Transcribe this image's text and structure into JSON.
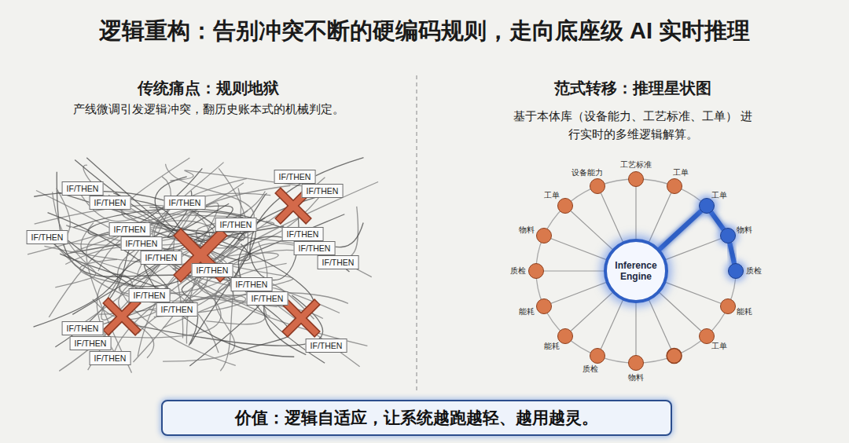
{
  "diagram": {
    "title": "逻辑重构：告别冲突不断的硬编码规则，走向底座级 AI 实时推理",
    "nodes": [
      {
        "text": [
          "IF/THEN"
        ]
      },
      {
        "text": [
          "IF/THEN"
        ]
      },
      {
        "text": [
          "IF/THEN"
        ]
      },
      {
        "text": [
          "IF/THEN"
        ]
      },
      {
        "text": [
          "IF/THEN"
        ]
      },
      {
        "text": [
          "IF/THEN"
        ]
      },
      {
        "text": [
          "IF/THEN"
        ]
      },
      {
        "text": [
          "IF/THEN"
        ]
      },
      {
        "text": [
          "IF/THEN"
        ]
      },
      {
        "text": [
          "IF/THEN"
        ]
      },
      {
        "text": [
          "IF/THEN"
        ]
      },
      {
        "text": [
          "IF/THEN"
        ]
      },
      {
        "text": [
          "IF/THEN"
        ]
      },
      {
        "text": [
          "IF/THEN"
        ]
      },
      {
        "text": [
          "IF/THEN"
        ]
      },
      {
        "text": [
          "IF/THEN"
        ]
      },
      {
        "text": [
          "IF/THEN"
        ]
      },
      {
        "text": [
          "IF/THEN"
        ]
      },
      {
        "text": [
          "IF/THEN"
        ]
      },
      {
        "text": [
          "IF/THEN"
        ]
      },
      {
        "text": [
          "IF/THEN"
        ]
      },
      {
        "text": [
          "IF/THEN"
        ]
      },
      {
        "text": [
          "Inference Engine"
        ]
      },
      {
        "text": [
          "工艺标准"
        ]
      },
      {
        "text": [
          "工单"
        ]
      },
      {
        "text": [
          "工单"
        ]
      },
      {
        "text": [
          "物料"
        ]
      },
      {
        "text": [
          "质检"
        ]
      },
      {
        "text": [
          "能耗"
        ]
      },
      {
        "text": [
          "工单"
        ]
      },
      {
        "text": [
          "物料"
        ]
      },
      {
        "text": [
          "质检"
        ]
      },
      {
        "text": [
          "能耗"
        ]
      },
      {
        "text": [
          "能耗"
        ]
      },
      {
        "text": [
          "质检"
        ]
      },
      {
        "text": [
          "物料"
        ]
      },
      {
        "text": [
          "工单"
        ]
      },
      {
        "text": [
          "设备能力"
        ]
      },
      {
        "text": [
          "价值：逻辑自适应，让系统越跑越轻、越用越灵。"
        ]
      }
    ],
    "edges": [
      {
        "from": 22,
        "to": 23,
        "arrow": "none"
      },
      {
        "from": 22,
        "to": 24,
        "arrow": "none"
      },
      {
        "from": 22,
        "to": 25,
        "arrow": "none"
      },
      {
        "from": 22,
        "to": 26,
        "arrow": "none"
      },
      {
        "from": 22,
        "to": 27,
        "arrow": "none"
      },
      {
        "from": 22,
        "to": 28,
        "arrow": "none"
      },
      {
        "from": 22,
        "to": 29,
        "arrow": "none"
      },
      {
        "from": 22,
        "to": 30,
        "arrow": "none"
      },
      {
        "from": 22,
        "to": 31,
        "arrow": "none"
      },
      {
        "from": 22,
        "to": 32,
        "arrow": "none"
      },
      {
        "from": 22,
        "to": 33,
        "arrow": "none"
      },
      {
        "from": 22,
        "to": 34,
        "arrow": "none"
      },
      {
        "from": 22,
        "to": 35,
        "arrow": "none"
      },
      {
        "from": 22,
        "to": 36,
        "arrow": "none"
      },
      {
        "from": 22,
        "to": 37,
        "arrow": "none"
      },
      {
        "from": 25,
        "to": 26,
        "arrow": "none"
      },
      {
        "from": 26,
        "to": 27,
        "arrow": "none"
      }
    ],
    "labels": [
      "传统痛点：规则地狱",
      "产线微调引发逻辑冲突，翻历史账本式的机械判定。",
      "范式转移：推理星状图",
      "基于本体库（设备能力、工艺标准、工单） 进行实时的多维逻辑解算。"
    ]
  }
}
